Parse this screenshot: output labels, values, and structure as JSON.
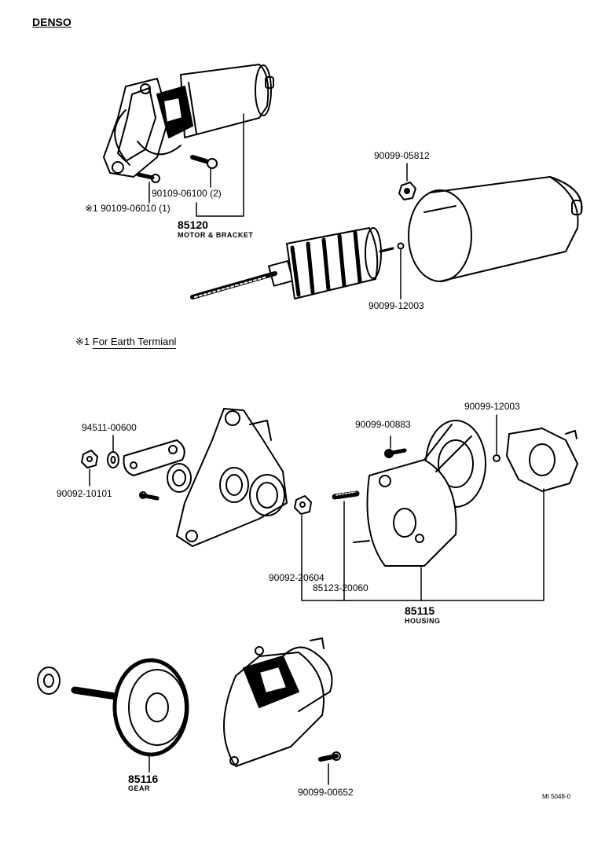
{
  "brand": "DENSO",
  "note": {
    "mark": "※1",
    "text": "For Earth Termianl"
  },
  "figure_code": "MI 5048-0",
  "parts": {
    "p90099_05812": "90099-05812",
    "p90109_06100": "90109-06100 (2)",
    "p90109_06010": "※1 90109-06010 (1)",
    "p85120": "85120",
    "p85120_name": "MOTOR & BRACKET",
    "p90099_12003_a": "90099-12003",
    "p94511_00600": "94511-00600",
    "p90092_10101": "90092-10101",
    "p90099_00883": "90099-00883",
    "p90099_12003_b": "90099-12003",
    "p90092_20604": "90092-20604",
    "p85123_20060": "85123-20060",
    "p85115": "85115",
    "p85115_name": "HOUSING",
    "p85116": "85116",
    "p85116_name": "GEAR",
    "p90099_00652": "90099-00652"
  }
}
